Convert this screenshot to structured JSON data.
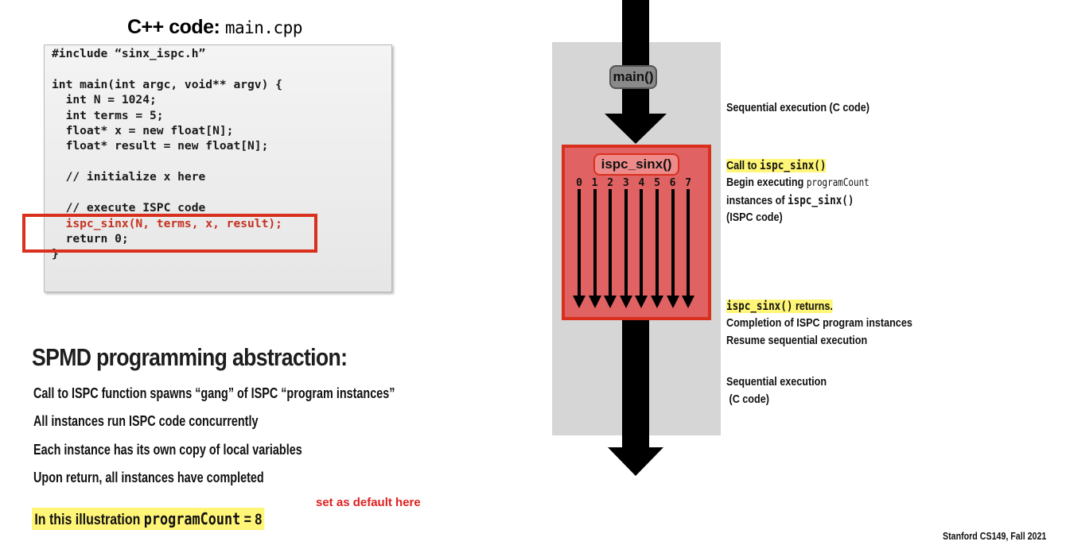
{
  "code_section": {
    "title_text": "C++ code: ",
    "title_file": "main.cpp",
    "lines": [
      "#include “sinx_ispc.h”",
      "",
      "int main(int argc, void** argv) {",
      "  int N = 1024;",
      "  int terms = 5;",
      "  float* x = new float[N];",
      "  float* result = new float[N];",
      "",
      "  // initialize x here",
      "",
      "  // execute ISPC code",
      "  ispc_sinx(N, terms, x, result);",
      "  return 0;",
      "}"
    ]
  },
  "spmd": {
    "heading": "SPMD programming abstraction:",
    "bullets": [
      "Call to ISPC function spawns “gang” of ISPC “program instances”",
      "All instances run ISPC code concurrently",
      "Each instance has its own copy of local variables",
      "Upon return, all instances have completed"
    ],
    "illustration_prefix": "In this illustration ",
    "illustration_code": "programCount",
    "illustration_suffix": " = 8",
    "default_note": "set as default here"
  },
  "diagram": {
    "main_label": "main()",
    "sinx_label": "ispc_sinx()",
    "lane_numbers": [
      "0",
      "1",
      "2",
      "3",
      "4",
      "5",
      "6",
      "7"
    ],
    "program_count": 8,
    "colors": {
      "gray": "#d6d6d6",
      "red_fill": "#e06262",
      "red_border": "#d9301d",
      "highlight": "#fff577"
    }
  },
  "annotations": {
    "seq1": "Sequential execution (C code)",
    "call_prefix": "Call to ",
    "call_code": "ispc_sinx()",
    "begin_prefix": "Begin executing ",
    "begin_code": "programCount",
    "instances_prefix": "instances of ",
    "instances_code": "ispc_sinx()",
    "ispc_code": "(ISPC code)",
    "returns_code": "ispc_sinx()",
    "returns_suffix": " returns.",
    "completion": "Completion of ISPC program instances",
    "resume": "Resume sequential execution",
    "seq2_line1": "Sequential execution",
    "seq2_line2": " (C code)"
  },
  "footer": "Stanford CS149, Fall 2021"
}
